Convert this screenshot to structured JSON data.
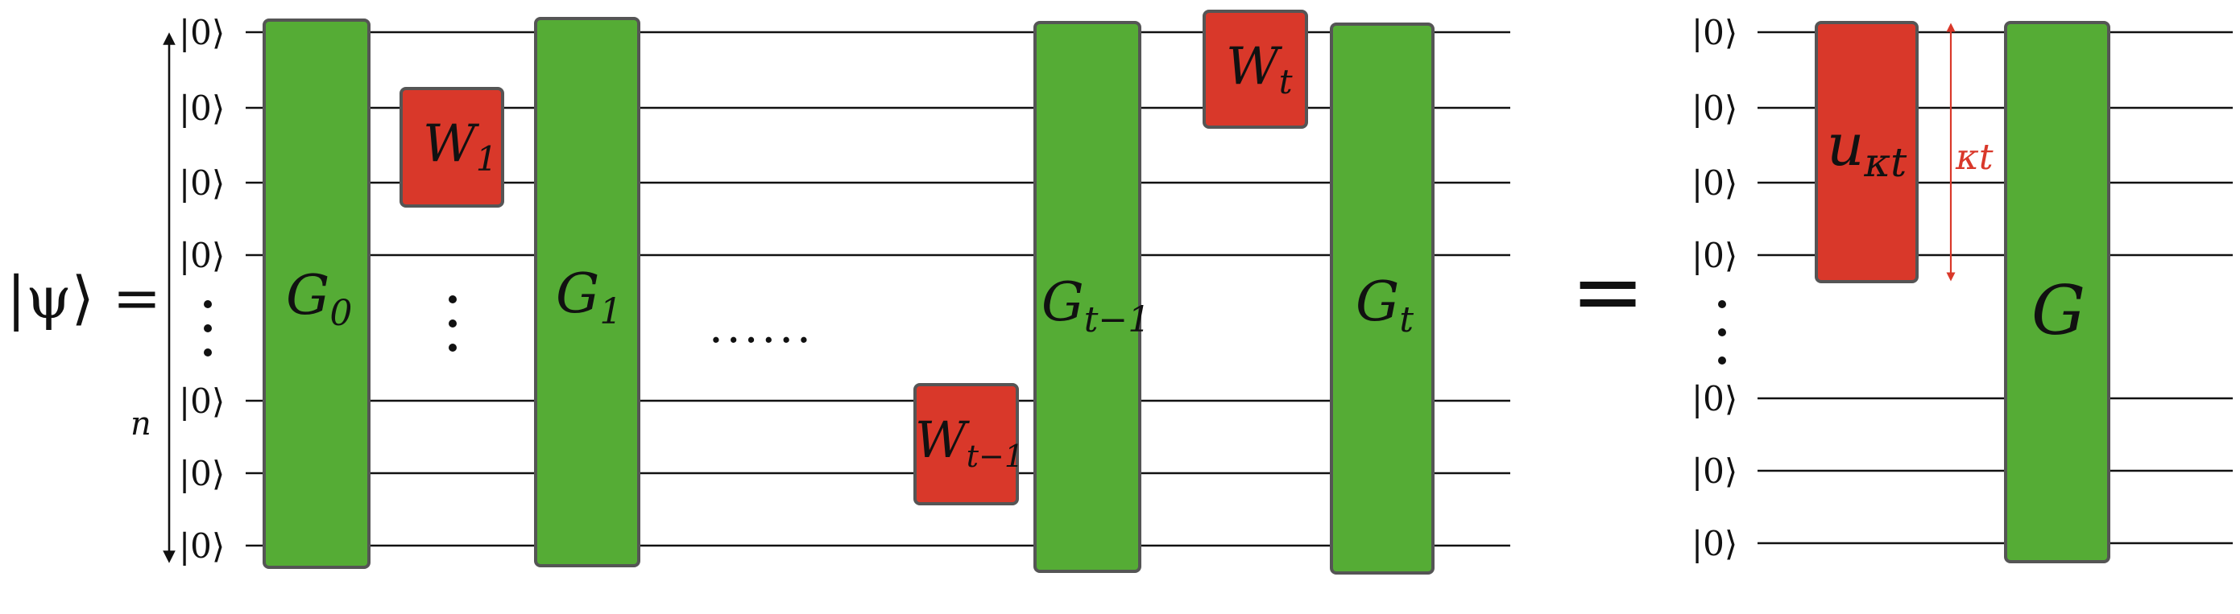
{
  "state": {
    "psi_label": "|ψ⟩ =",
    "n_label": "n",
    "ket_label": "|0⟩",
    "equals": "="
  },
  "left_circuit": {
    "green_gates": [
      {
        "base": "G",
        "sub": "0"
      },
      {
        "base": "G",
        "sub": "1"
      },
      {
        "base": "G",
        "sub": "t−1"
      },
      {
        "base": "G",
        "sub": "t"
      }
    ],
    "red_gates": [
      {
        "base": "W",
        "sub": "1"
      },
      {
        "base": "W",
        "sub": "t−1"
      },
      {
        "base": "W",
        "sub": "t"
      }
    ],
    "ellipsis": "......"
  },
  "right_circuit": {
    "red_gate": {
      "base": "u",
      "sub": "κt"
    },
    "span_label": "κt",
    "green_gate": "G"
  },
  "colors": {
    "gate_green": "#55ac35",
    "gate_red": "#d9382a",
    "gate_border": "#555555",
    "wire": "#111111"
  }
}
